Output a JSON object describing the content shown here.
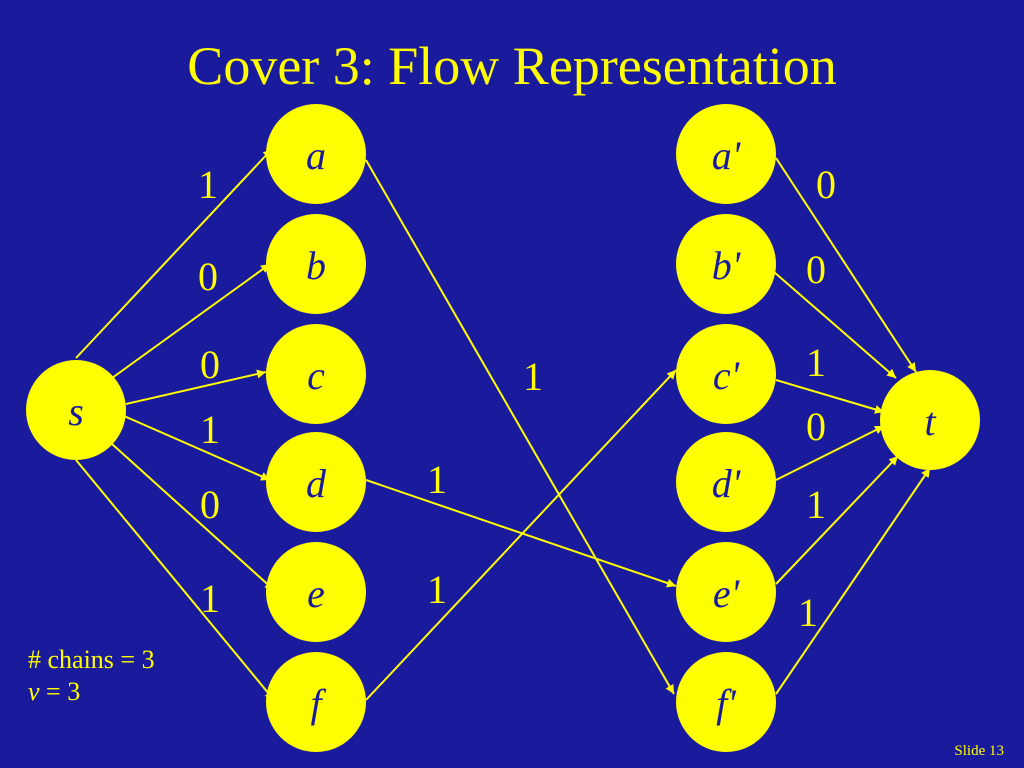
{
  "title": "Cover 3: Flow Representation",
  "nodes": {
    "s": "s",
    "t": "t",
    "a": "a",
    "b": "b",
    "c": "c",
    "d": "d",
    "e": "e",
    "f": "f",
    "a2": "a'",
    "b2": "b'",
    "c2": "c'",
    "d2": "d'",
    "e2": "e'",
    "f2": "f'"
  },
  "flows": {
    "s_a": "1",
    "s_b": "0",
    "s_c": "0",
    "s_d": "1",
    "s_e": "0",
    "s_f": "1",
    "a_f2": "1",
    "d_e2": "1",
    "f_c2": "1",
    "a2_t": "0",
    "b2_t": "0",
    "c2_t": "1",
    "d2_t": "0",
    "e2_t": "1",
    "f2_t": "1"
  },
  "stats": {
    "chains": "# chains = 3",
    "v_var": "v",
    "v_rest": " = 3"
  },
  "footer": {
    "slide": "Slide 13"
  },
  "colors": {
    "background": "#1a1a9c",
    "accent": "#ffff00",
    "node_text": "#1a1a9c"
  }
}
